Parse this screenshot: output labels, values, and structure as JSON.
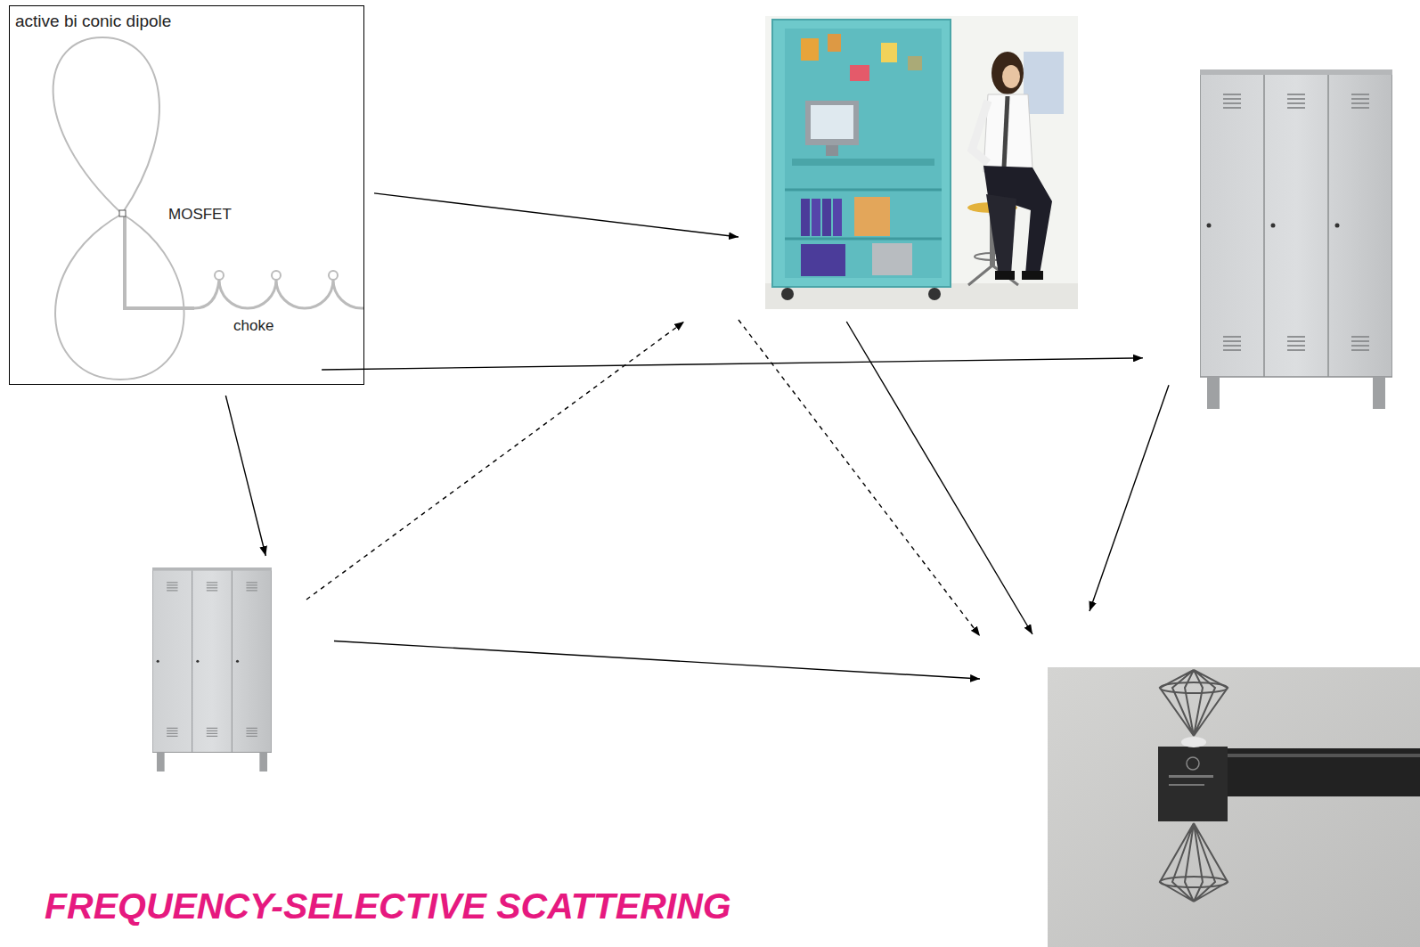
{
  "diagram": {
    "title": "FREQUENCY-SELECTIVE SCATTERING",
    "nodes": [
      {
        "text": [
          "active bi conic dipole",
          "MOSFET",
          "choke"
        ]
      },
      {
        "text": []
      },
      {
        "text": []
      },
      {
        "text": []
      },
      {
        "text": []
      }
    ],
    "edges": [
      {
        "from": 0,
        "to": 1,
        "arrow": "to"
      },
      {
        "from": 0,
        "to": 2,
        "arrow": "to"
      },
      {
        "from": 0,
        "to": 3,
        "arrow": "to"
      },
      {
        "from": 3,
        "to": 1,
        "arrow": "to"
      },
      {
        "from": 1,
        "to": 4,
        "arrow": "to"
      },
      {
        "from": 1,
        "to": 4,
        "arrow": "to"
      },
      {
        "from": 2,
        "to": 4,
        "arrow": "to"
      },
      {
        "from": 3,
        "to": 4,
        "arrow": "to"
      }
    ]
  }
}
